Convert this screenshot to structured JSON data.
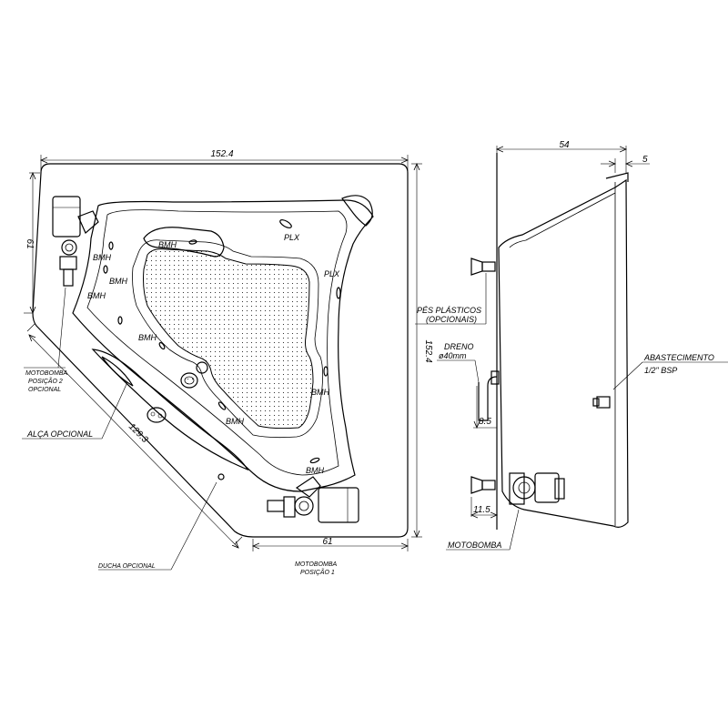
{
  "top_view": {
    "dim_width": "152.4",
    "dim_depth": "152.4",
    "dim_left": "61",
    "dim_bottom": "61",
    "dim_diagonal": "129.3",
    "jets": [
      "BMH",
      "BMH",
      "BMH",
      "BMH",
      "BMH",
      "BMH",
      "BMH",
      "BMH"
    ],
    "plx": [
      "PLX",
      "PLX"
    ],
    "motobomba_pos2": [
      "MOTOBOMBA",
      "POSIÇÃO 2",
      "OPCIONAL"
    ],
    "alca": "ALÇA OPCIONAL",
    "ducha": "DUCHA OPCIONAL",
    "motobomba_pos1": [
      "MOTOBOMBA",
      "POSIÇÃO 1"
    ]
  },
  "side_view": {
    "dim_depth": "54",
    "dim_rim": "5",
    "pes": [
      "PÉS PLÁSTICOS",
      "(OPCIONAIS)"
    ],
    "dreno": [
      "DRENO",
      "ø40mm"
    ],
    "dim_drain": "8.5",
    "dim_foot": "11.5",
    "abastecimento": [
      "ABASTECIMENTO",
      "1/2\" BSP"
    ],
    "motobomba": "MOTOBOMBA"
  }
}
